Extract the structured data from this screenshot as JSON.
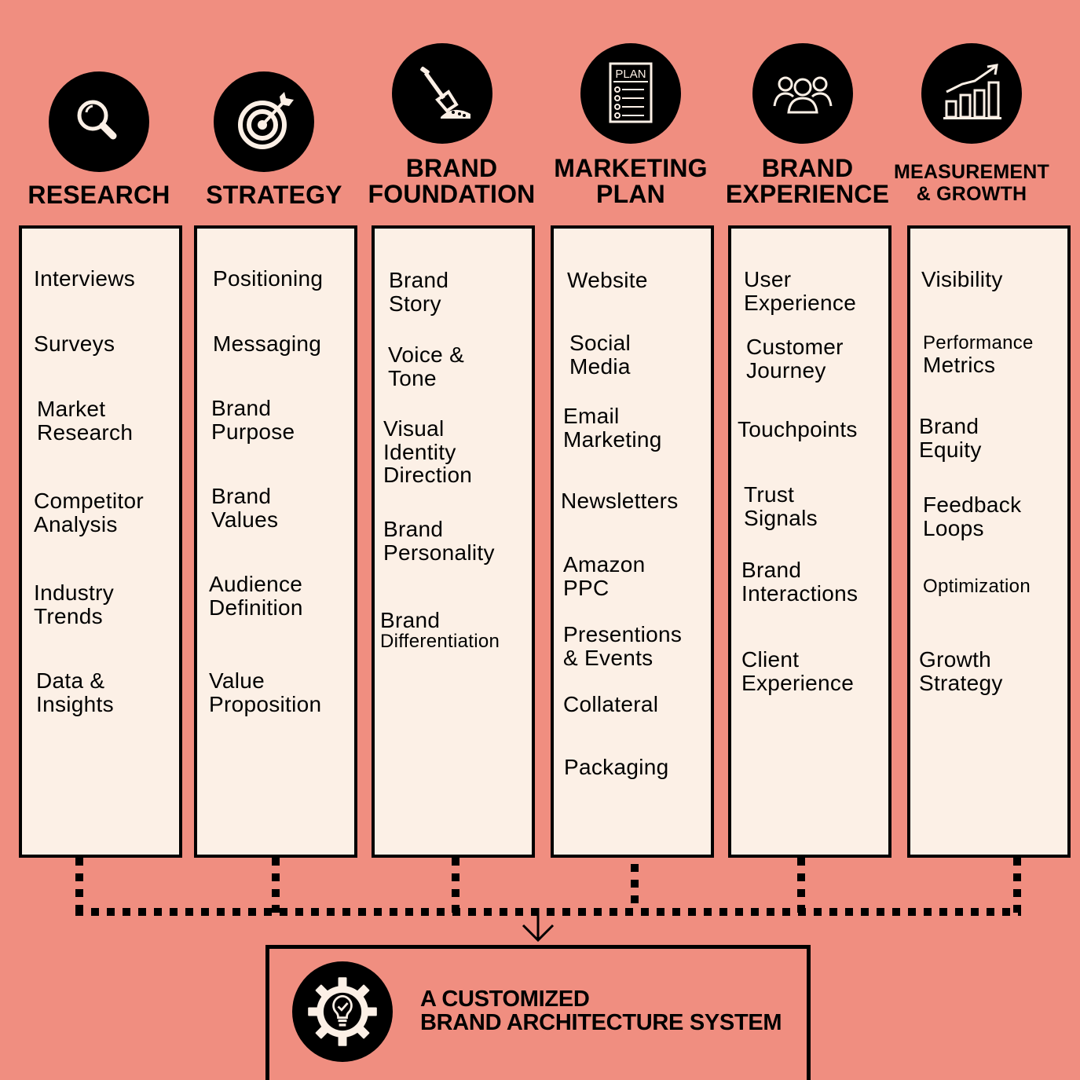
{
  "columns": [
    {
      "title": "RESEARCH",
      "icon": "magnifier-icon",
      "items": [
        "Interviews",
        "Surveys",
        "Market\nResearch",
        "Competitor\nAnalysis",
        "Industry\nTrends",
        "Data &\nInsights"
      ]
    },
    {
      "title": "STRATEGY",
      "icon": "target-icon",
      "items": [
        "Positioning",
        "Messaging",
        "Brand\nPurpose",
        "Brand\nValues",
        "Audience\nDefinition",
        "Value\nProposition"
      ]
    },
    {
      "title": "BRAND\nFOUNDATION",
      "icon": "shovel-icon",
      "items": [
        "Brand\nStory",
        "Voice &\nTone",
        "Visual\nIdentity\nDirection",
        "Brand\nPersonality",
        "Brand",
        "Differentiation"
      ]
    },
    {
      "title": "MARKETING\nPLAN",
      "icon": "plan-document-icon",
      "icon_label": "PLAN",
      "items": [
        "Website",
        "Social\nMedia",
        "Email\nMarketing",
        "Newsletters",
        "Amazon\nPPC",
        "Presentions\n& Events",
        "Collateral",
        "Packaging"
      ]
    },
    {
      "title": "BRAND\nEXPERIENCE",
      "icon": "people-group-icon",
      "items": [
        "User\nExperience",
        "Customer\nJourney",
        "Touchpoints",
        "Trust\nSignals",
        "Brand\nInteractions",
        "Client\nExperience"
      ]
    },
    {
      "title": "MEASUREMENT\n& GROWTH",
      "icon": "growth-chart-icon",
      "items": [
        "Visibility",
        "Performance",
        "Metrics",
        "Brand\nEquity",
        "Feedback\nLoops",
        "Optimization",
        "Growth\nStrategy"
      ]
    }
  ],
  "result": {
    "icon": "gear-lightbulb-icon",
    "line1": "A CUSTOMIZED",
    "line2": "BRAND ARCHITECTURE SYSTEM"
  },
  "colors": {
    "background": "#F08E80",
    "box_fill": "#FCF0E6",
    "ink": "#000000"
  }
}
